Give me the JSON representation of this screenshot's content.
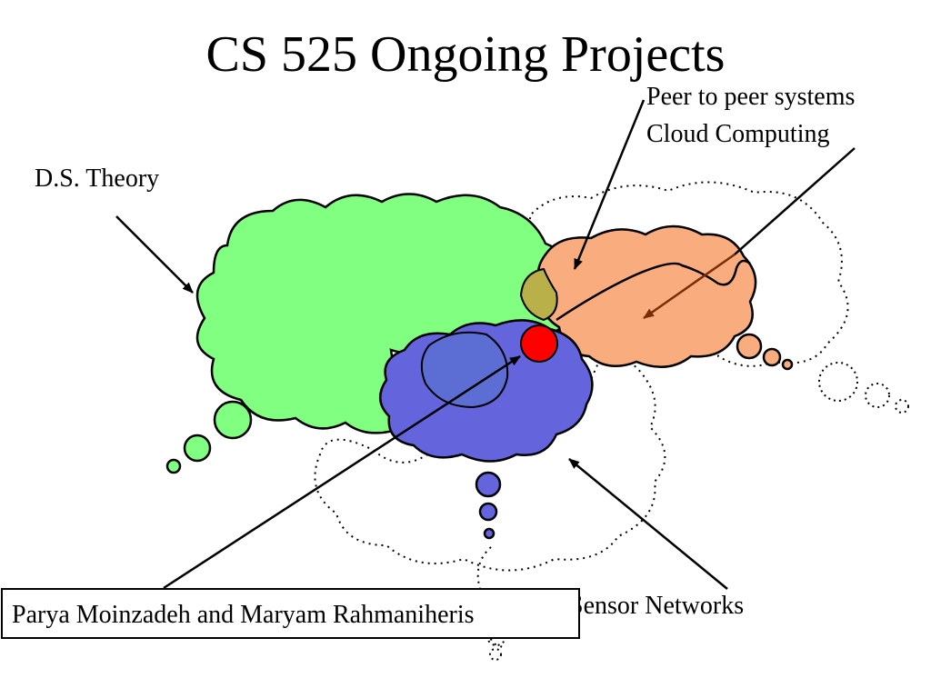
{
  "title": "CS 525 Ongoing Projects",
  "labels": {
    "theory": "D.S. Theory",
    "p2p": "Peer to peer systems",
    "cloud": "Cloud Computing",
    "sensor": "Sensor Networks"
  },
  "authors": "Parya Moinzadeh and Maryam Rahmaniheris",
  "colors": {
    "theory_cloud": "#80ff80",
    "cloud_cloud": "#f9ad7e",
    "sensor_cloud": "#6464dd",
    "overlap_dot": "#ff0000",
    "cloud_arrow": "#7a2d05"
  }
}
